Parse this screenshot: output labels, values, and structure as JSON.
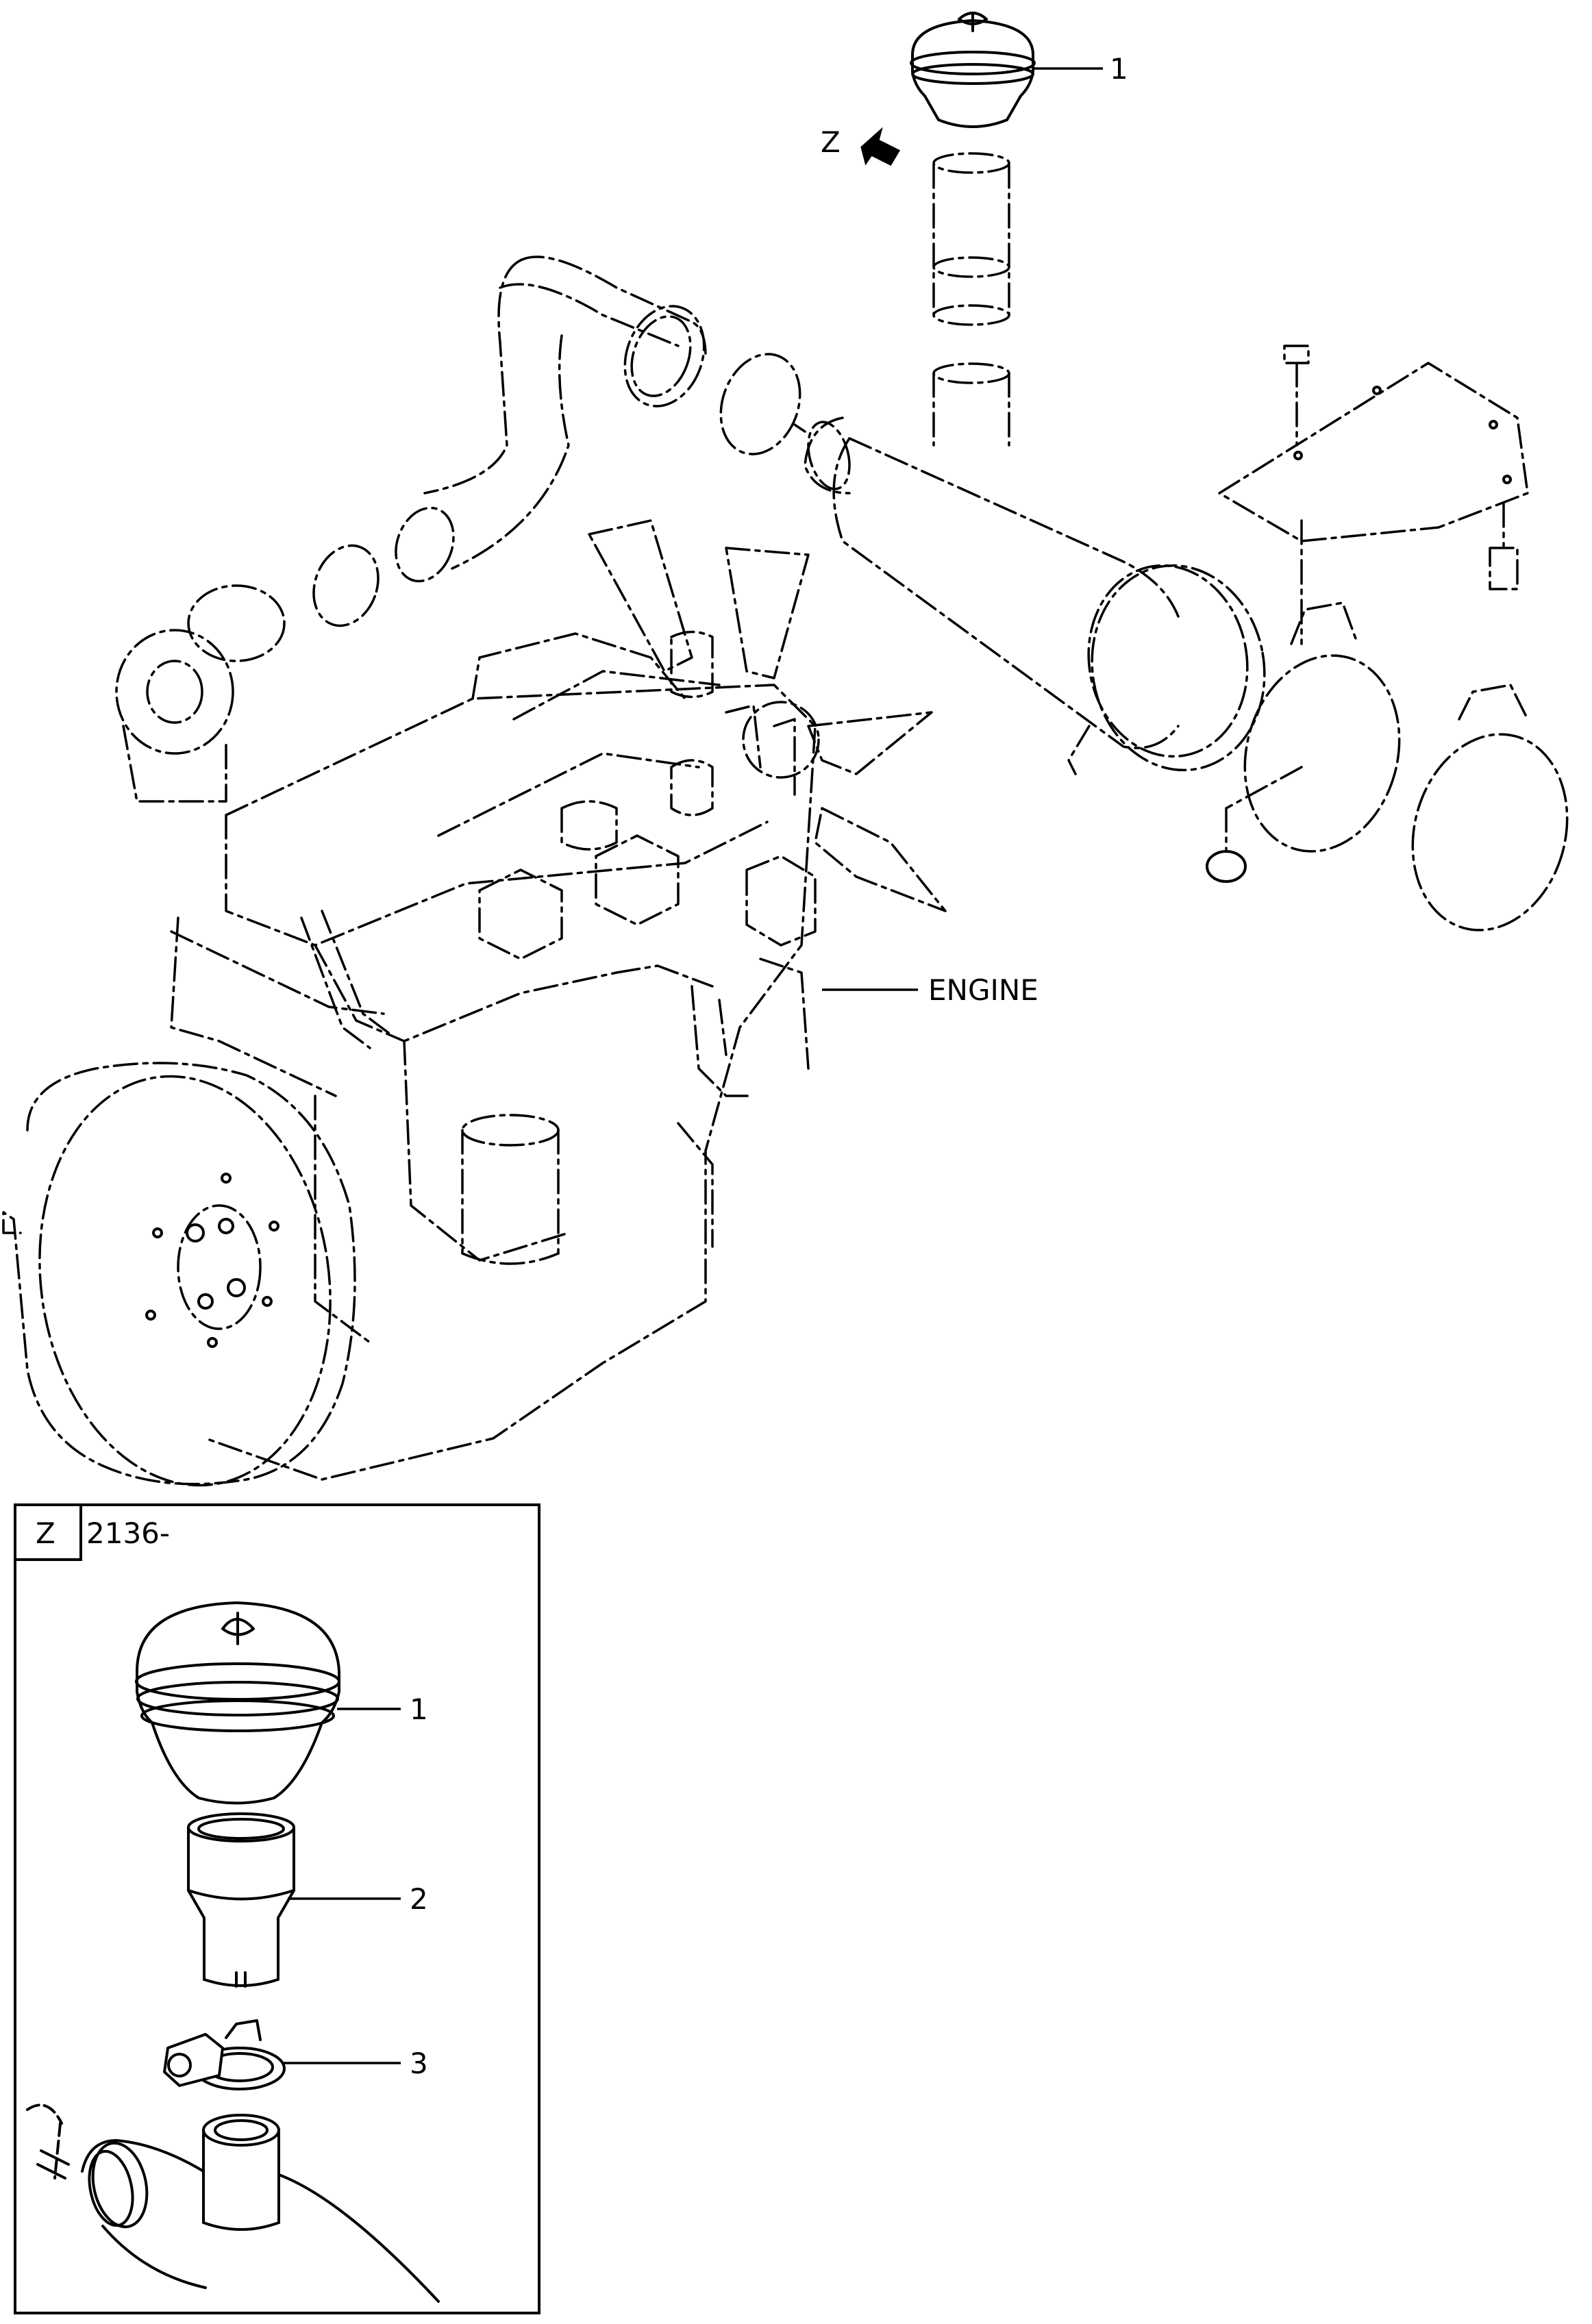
{
  "main_view": {
    "callouts": {
      "part_1": "1",
      "engine": "ENGINE"
    },
    "view_arrow_letter": "Z"
  },
  "detail_z": {
    "view_letter": "Z",
    "serial": "2136-",
    "callouts": [
      "1",
      "2",
      "3"
    ]
  }
}
